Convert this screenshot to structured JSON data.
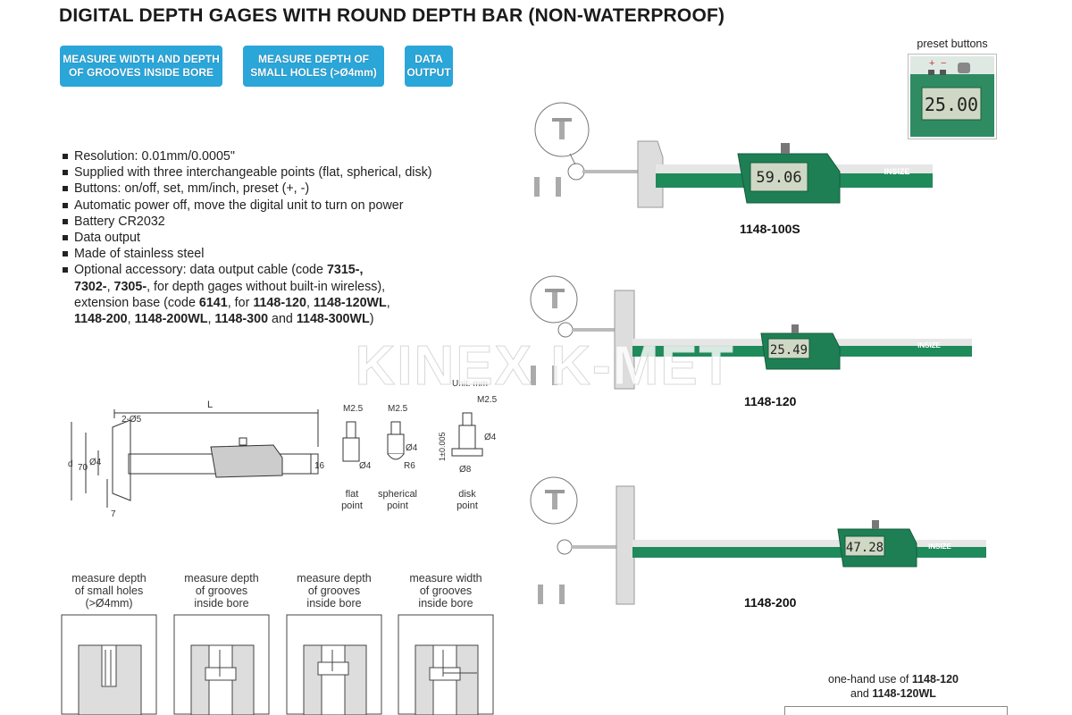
{
  "title": "DIGITAL DEPTH GAGES WITH ROUND DEPTH BAR (NON-WATERPROOF)",
  "badges": [
    {
      "line1": "MEASURE WIDTH AND DEPTH",
      "line2": "OF GROOVES INSIDE BORE"
    },
    {
      "line1": "MEASURE DEPTH OF",
      "line2": "SMALL HOLES (>Ø4mm)"
    },
    {
      "line1": "DATA",
      "line2": "OUTPUT"
    }
  ],
  "features": [
    "Resolution: 0.01mm/0.0005\"",
    "Supplied with three interchangeable points (flat, spherical, disk)",
    "Buttons: on/off, set, mm/inch, preset (+, -)",
    "Automatic power off, move the digital unit to turn on power",
    "Battery CR2032",
    "Data output",
    "Made of stainless steel"
  ],
  "accessory": {
    "p1": "Optional accessory: data output cable (code ",
    "c1": "7315-,",
    "c2": "7302-",
    "p2": ", ",
    "c3": "7305-",
    "p3": ", for depth gages without built-in wireless),",
    "p4": "extension base (code ",
    "c4": "6141",
    "p5": ", for ",
    "c5": "1148-120",
    "p6": ", ",
    "c6": "1148-120WL",
    "p7": ",",
    "c7": "1148-200",
    "p8": ", ",
    "c8": "1148-200WL",
    "p9": ", ",
    "c9": "1148-300",
    "p10": " and ",
    "c10": "1148-300WL",
    "p11": ")"
  },
  "preset": {
    "caption": "preset buttons",
    "plus": "+",
    "minus": "−",
    "display": "25.00"
  },
  "products": [
    {
      "model": "1148-100S",
      "display": "59.06",
      "brand": "INSIZE"
    },
    {
      "model": "1148-120",
      "display": "25.49",
      "brand": "INSIZE"
    },
    {
      "model": "1148-200",
      "display": "47.28",
      "brand": "INSIZE"
    }
  ],
  "drawing": {
    "unit": "Unit: mm",
    "L": "L",
    "r": "2-Ø5",
    "d": "d",
    "h70": "70",
    "d4": "Ø4",
    "w16": "16",
    "b7": "7",
    "points": [
      {
        "thread": "M2.5",
        "dia": "Ø4",
        "name1": "flat",
        "name2": "point"
      },
      {
        "thread": "M2.5",
        "dia": "Ø4",
        "radius": "R6",
        "name1": "spherical",
        "name2": "point"
      },
      {
        "thread": "M2.5",
        "dia": "Ø4",
        "height": "1±0.005",
        "disk": "Ø8",
        "name1": "disk",
        "name2": "point"
      }
    ]
  },
  "usages": [
    {
      "l1": "measure depth",
      "l2": "of small holes",
      "l3": "(>Ø4mm)"
    },
    {
      "l1": "measure depth",
      "l2": "of grooves",
      "l3": "inside bore"
    },
    {
      "l1": "measure depth",
      "l2": "of grooves",
      "l3": "inside bore"
    },
    {
      "l1": "measure width",
      "l2": "of grooves",
      "l3": "inside bore"
    }
  ],
  "onehand": {
    "prefix": "one-hand use of ",
    "m1": "1148-120",
    "mid": "and ",
    "m2": "1148-120WL"
  },
  "watermark": "KINEX K-MET"
}
